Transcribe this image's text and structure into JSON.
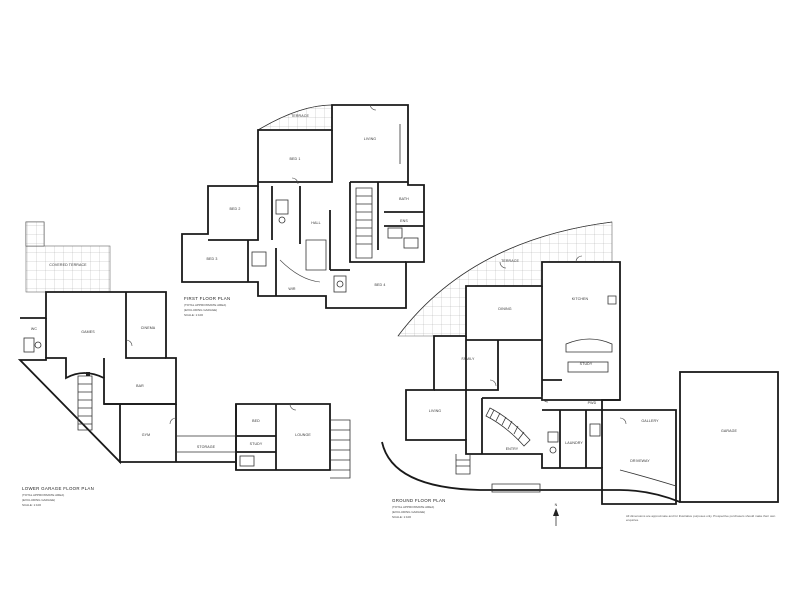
{
  "plans": {
    "lower": {
      "title": "LOWER GARAGE FLOOR PLAN",
      "line1": "(TOTAL APPROXIMATE AREA)",
      "line2": "(EXCLUDING GARAGE)",
      "line3": "SCALE: 1:100"
    },
    "first": {
      "title": "FIRST FLOOR PLAN",
      "line1": "(TOTAL APPROXIMATE AREA)",
      "line2": "(EXCLUDING GARAGE)",
      "line3": "SCALE: 1:100"
    },
    "ground": {
      "title": "GROUND FLOOR PLAN",
      "line1": "(TOTAL APPROXIMATE AREA)",
      "line2": "(EXCLUDING GARAGE)",
      "line3": "SCALE: 1:100"
    }
  },
  "rooms": {
    "first_terrace": "TERRACE",
    "first_living": "LIVING",
    "first_bed1": "BED 1",
    "first_bed2": "BED 2",
    "first_bed3": "BED 3",
    "first_bed4": "BED 4",
    "first_bath": "BATH",
    "first_ensuite": "ENS",
    "first_hall": "HALL",
    "first_wir": "WIR",
    "lower_terrace": "COVERED TERRACE",
    "lower_games": "GAMES",
    "lower_cinema": "CINEMA",
    "lower_gym": "GYM",
    "lower_bar": "BAR",
    "lower_wc": "WC",
    "lower_lounge": "LOUNGE",
    "lower_storage": "STORAGE",
    "lower_bed": "BED",
    "lower_study": "STUDY",
    "ground_terrace": "TERRACE",
    "ground_dining": "DINING",
    "ground_kitchen": "KITCHEN",
    "ground_family": "FAMILY",
    "ground_living": "LIVING",
    "ground_entry": "ENTRY",
    "ground_laundry": "LAUNDRY",
    "ground_gallery": "GALLERY",
    "ground_garage": "GARAGE",
    "ground_driveway": "DRIVEWAY",
    "ground_study": "STUDY",
    "ground_powder": "PWD"
  },
  "disclaimer": "All dimensions are approximate and for illustrative purposes only. Prospective purchasers should make their own enquiries.",
  "north_label": "N"
}
